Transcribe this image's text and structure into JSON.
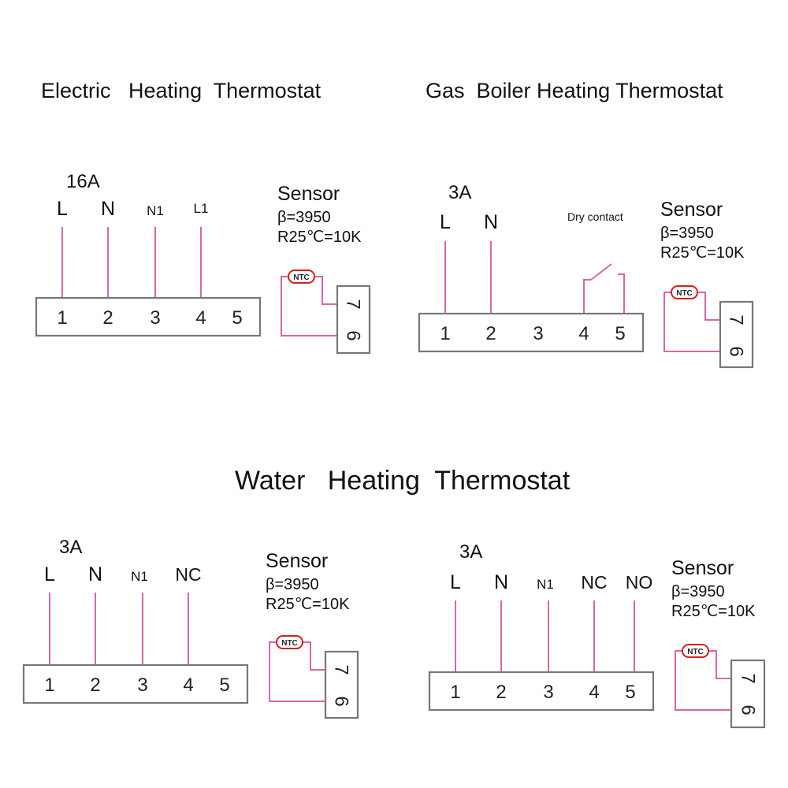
{
  "titles": {
    "electric": "Electric   Heating  Thermostat",
    "gas": "Gas  Boiler Heating Thermostat",
    "water": "Water   Heating  Thermostat"
  },
  "colors": {
    "line": "#d32020",
    "neutral": "#2222cc",
    "wire": "#d966a6",
    "box": "#777777",
    "ntc": "#d32020"
  },
  "sensor": {
    "title": "Sensor",
    "beta": "β=3950",
    "r25": "R25℃=10K",
    "ntc": "NTC",
    "pin7": "7",
    "pin6": "6"
  },
  "terminals": [
    "1",
    "2",
    "3",
    "4",
    "5"
  ],
  "electric": {
    "rating": "16A",
    "labels": [
      {
        "text": "L",
        "color": "#d32020"
      },
      {
        "text": "N",
        "color": "#2222cc"
      },
      {
        "text": "N1",
        "color": "#111111"
      },
      {
        "text": "L1",
        "color": "#111111"
      }
    ]
  },
  "gas": {
    "rating": "3A",
    "labels": [
      {
        "text": "L",
        "color": "#d32020"
      },
      {
        "text": "N",
        "color": "#2222cc"
      }
    ],
    "dry_contact": "Dry contact"
  },
  "water1": {
    "rating": "3A",
    "labels": [
      {
        "text": "L",
        "color": "#d32020"
      },
      {
        "text": "N",
        "color": "#2222cc"
      },
      {
        "text": "N1",
        "color": "#111111"
      },
      {
        "text": "NC",
        "color": "#111111"
      }
    ]
  },
  "water2": {
    "rating": "3A",
    "labels": [
      {
        "text": "L",
        "color": "#d32020"
      },
      {
        "text": "N",
        "color": "#2222cc"
      },
      {
        "text": "N1",
        "color": "#111111"
      },
      {
        "text": "NC",
        "color": "#111111"
      },
      {
        "text": "NO",
        "color": "#111111"
      }
    ]
  }
}
